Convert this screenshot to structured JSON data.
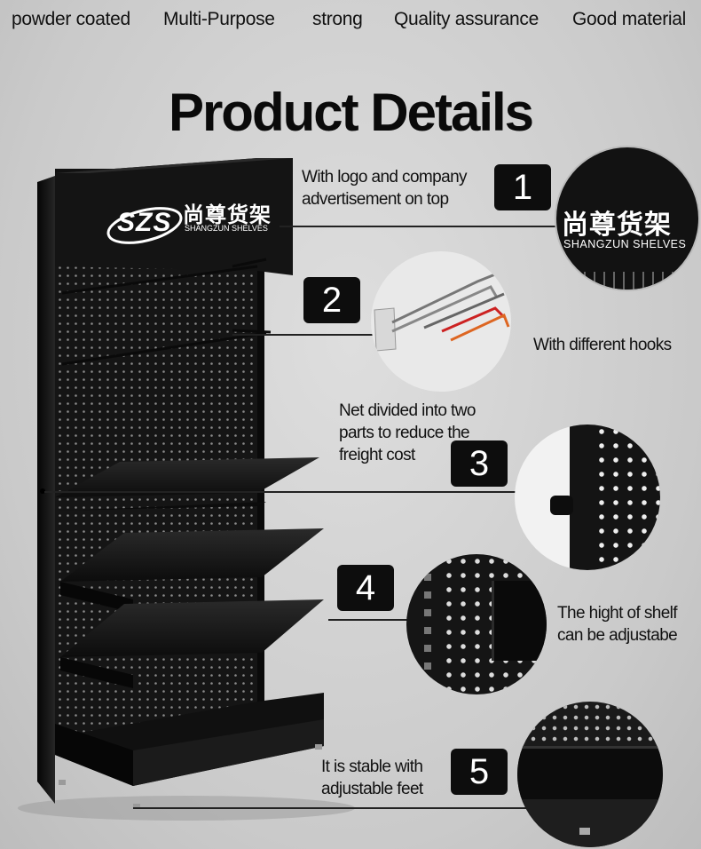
{
  "features": [
    "powder coated",
    "Multi-Purpose",
    "strong",
    "Quality assurance",
    "Good material"
  ],
  "title": "Product Details",
  "brand": {
    "logo_letters": "SZS",
    "chinese_name": "尚尊货架",
    "english_name": "SHANGZUN SHELVES"
  },
  "details": [
    {
      "number": "1",
      "text": "With logo and company\nadvertisement on top"
    },
    {
      "number": "2",
      "text": "With different hooks"
    },
    {
      "number": "3",
      "text": "Net divided into two\nparts to reduce the\nfreight cost"
    },
    {
      "number": "4",
      "text": "The hight of shelf\ncan be adjustabe"
    },
    {
      "number": "5",
      "text": "It is stable with\nadjustable feet"
    }
  ]
}
